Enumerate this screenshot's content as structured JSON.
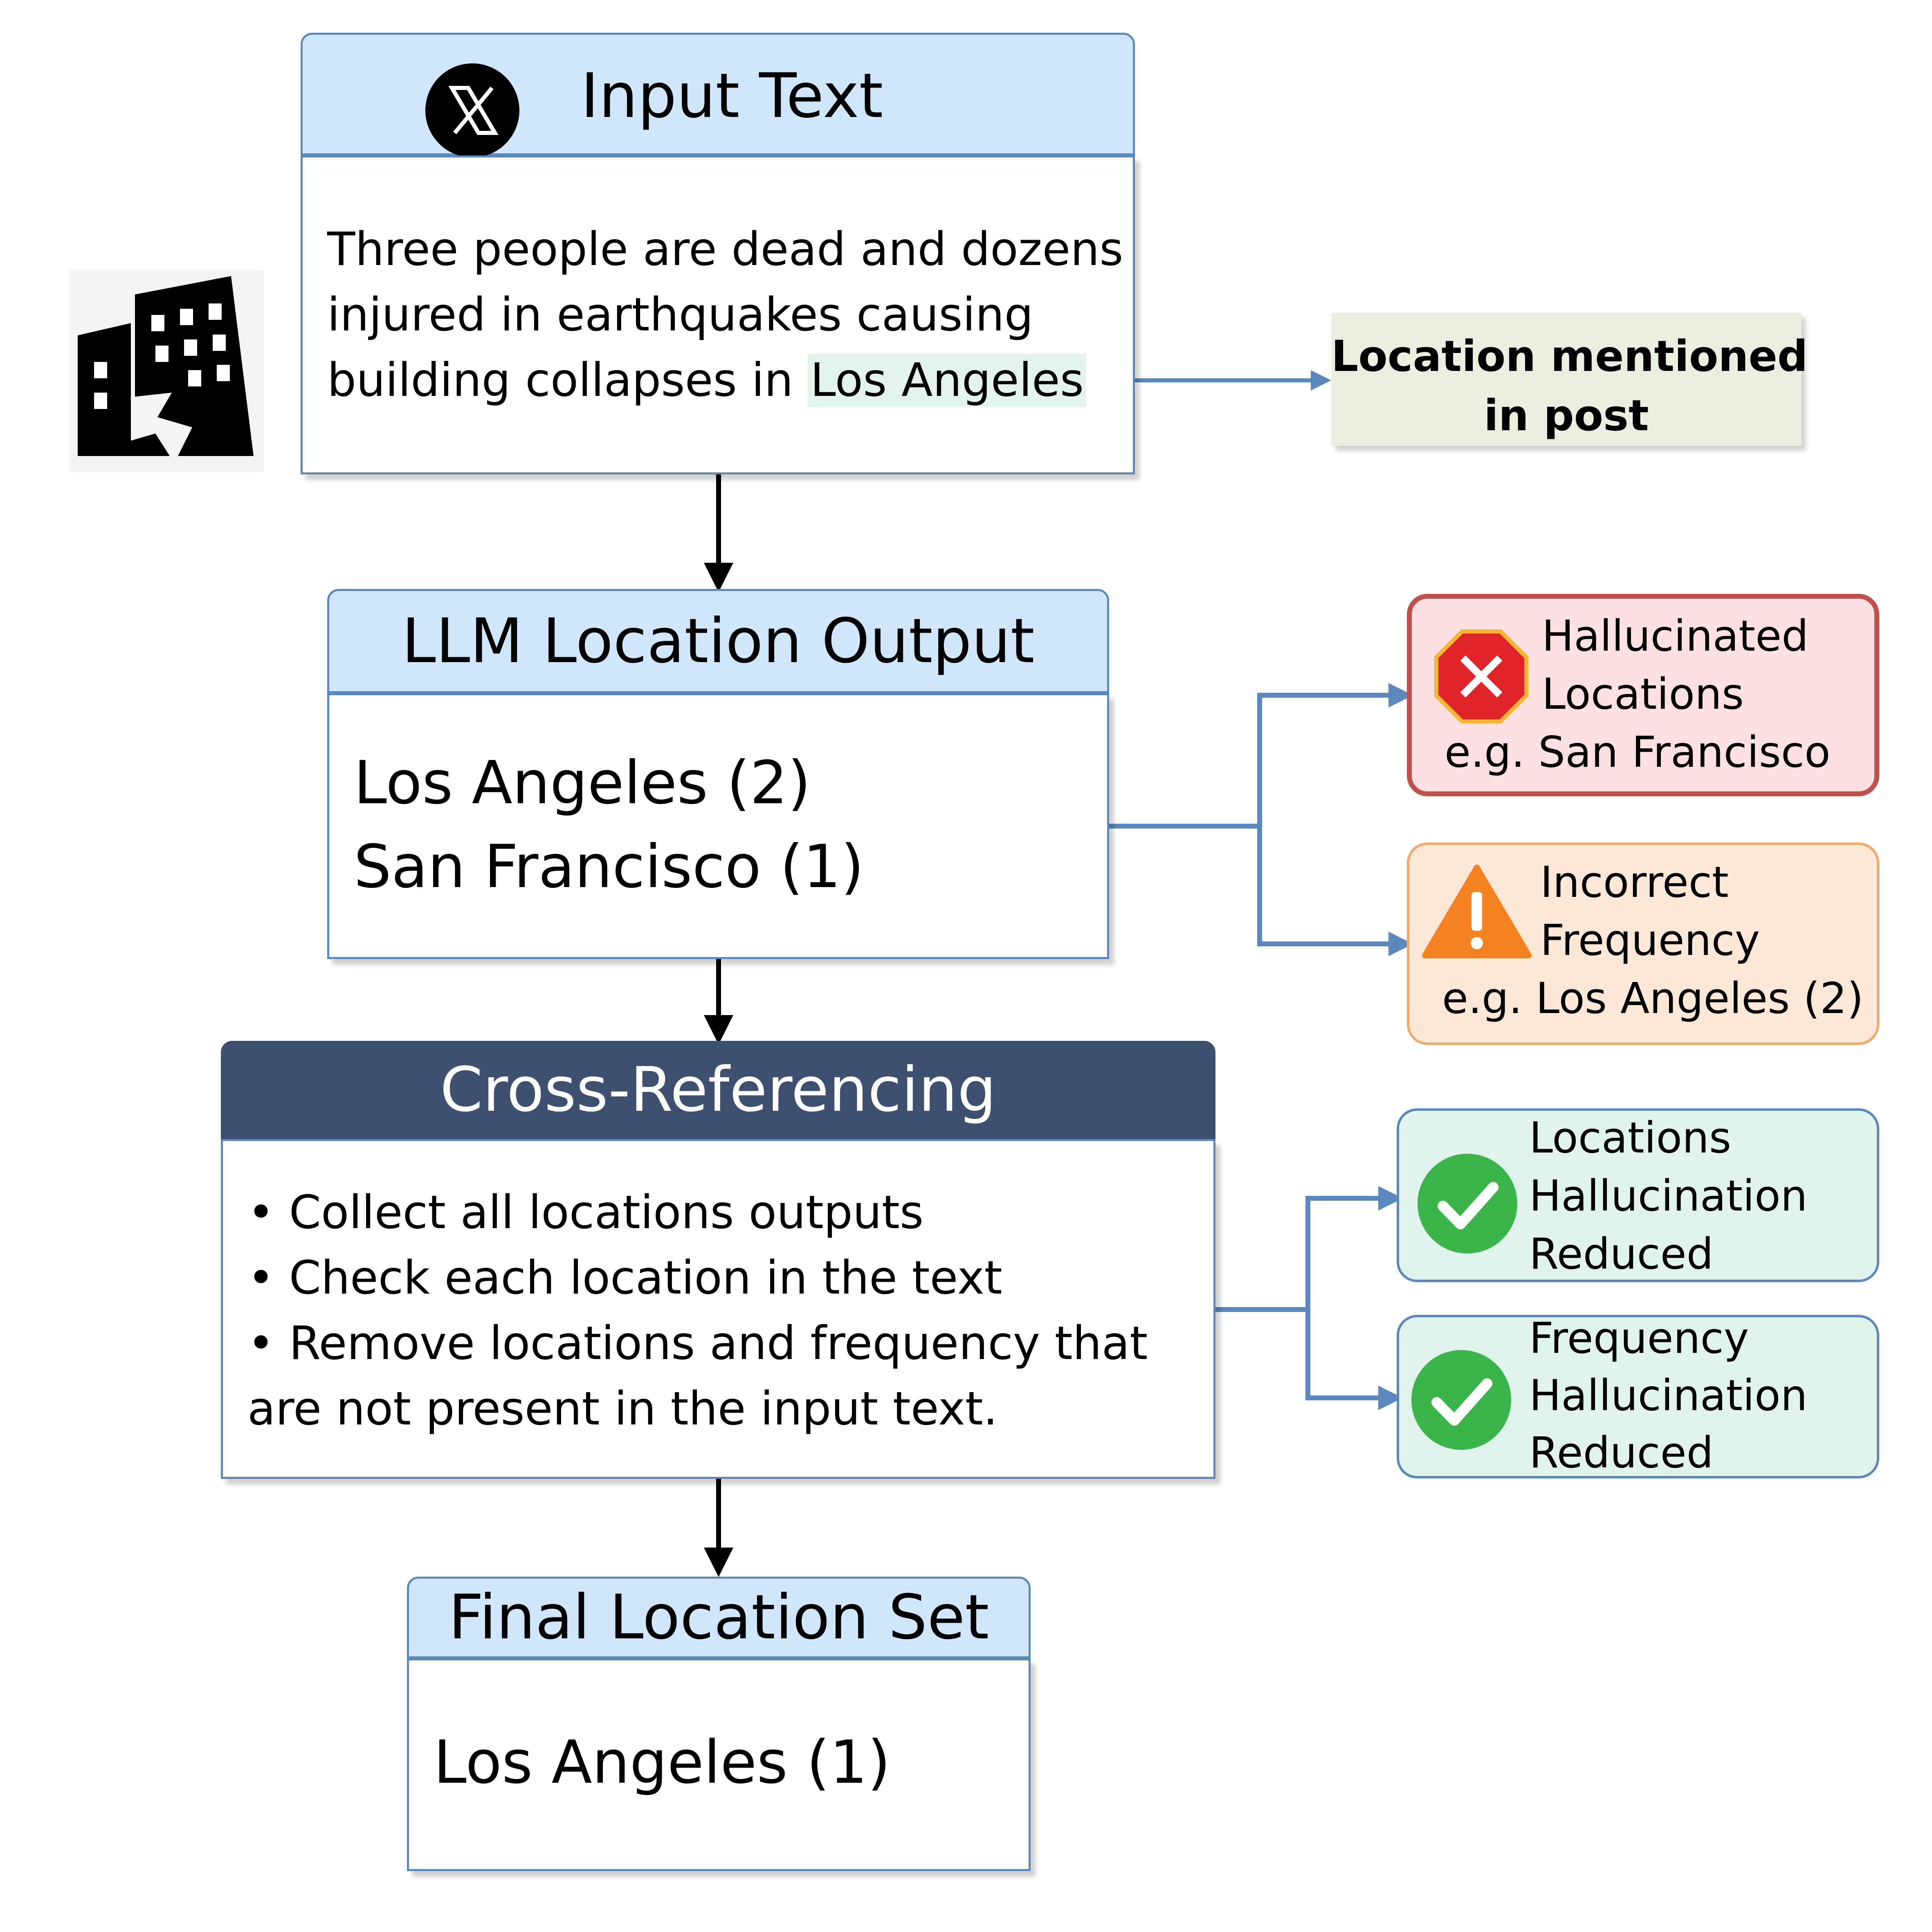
{
  "input": {
    "title": "Input Text",
    "lines": [
      "Three people are dead and dozens",
      "injured in earthquakes causing",
      "building collapses in "
    ],
    "highlight": "Los Angeles"
  },
  "mention_note": {
    "line1": "Location mentioned",
    "line2": "in post"
  },
  "llm_output": {
    "title": "LLM Location Output",
    "items": [
      "Los Angeles (2)",
      "San Francisco (1)"
    ]
  },
  "hallucinated": {
    "line1": "Hallucinated",
    "line2": "Locations",
    "example": "e.g. San Francisco"
  },
  "incorrect_freq": {
    "line1": "Incorrect",
    "line2": "Frequency",
    "example": "e.g. Los Angeles (2)"
  },
  "cross_ref": {
    "title": "Cross-Referencing",
    "lines": [
      "• Collect all locations outputs",
      "• Check each location in the text",
      "• Remove locations and frequency that",
      "are not present in the input text."
    ]
  },
  "loc_reduced": {
    "lines": [
      "Locations",
      "Hallucination",
      "Reduced"
    ]
  },
  "freq_reduced": {
    "lines": [
      "Frequency",
      "Hallucination",
      "Reduced"
    ]
  },
  "final": {
    "title": "Final Location Set",
    "item": "Los Angeles (1)"
  },
  "colors": {
    "header_light": "#cfe6fb",
    "header_dark": "#3d5070",
    "connector_blue": "#5b88bd",
    "error_fill": "#fce0e2",
    "error_border": "#c0504d",
    "warning_fill": "#fde7d6",
    "warning_border": "#f2a86b",
    "success_fill": "#e0f3ec",
    "success_border": "#5b88bd",
    "note_fill": "#ebefdf"
  },
  "icons": [
    "x-logo-icon",
    "collapsed-building-icon",
    "error-octagon-icon",
    "warning-triangle-icon",
    "check-circle-icon"
  ]
}
